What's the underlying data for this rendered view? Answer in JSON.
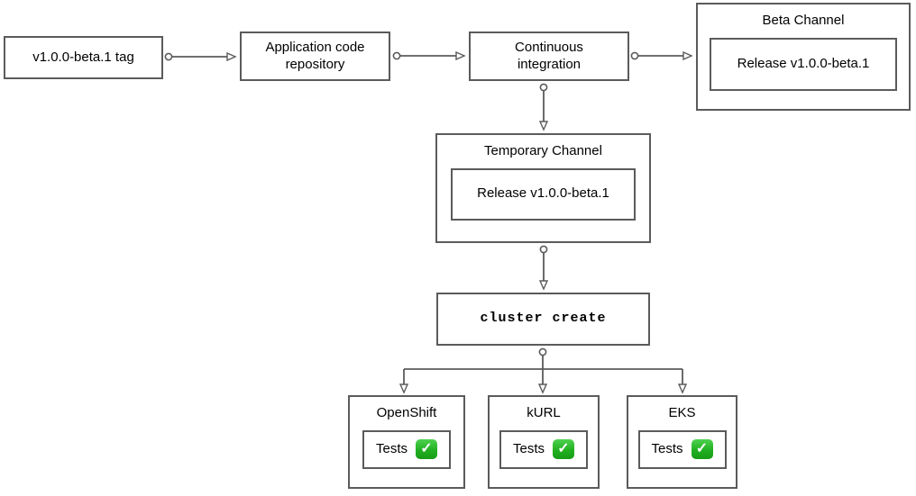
{
  "diagram": {
    "colors": {
      "border": "#5b5b5b",
      "connector": "#5b5b5b",
      "background": "#ffffff",
      "text": "#000000",
      "check_green": "#21b021",
      "check_mark_white": "#ffffff"
    },
    "icons": {
      "tests_check": "✓"
    },
    "nodes": {
      "tag": {
        "label": "v1.0.0-beta.1 tag"
      },
      "repo": {
        "label": "Application code repository"
      },
      "ci": {
        "label": "Continuous integration"
      },
      "beta_channel": {
        "title": "Beta Channel",
        "release": "Release v1.0.0-beta.1"
      },
      "temp_channel": {
        "title": "Temporary Channel",
        "release": "Release v1.0.0-beta.1"
      },
      "cluster_create": {
        "label": "cluster create"
      },
      "openshift": {
        "title": "OpenShift",
        "tests_label": "Tests"
      },
      "kurl": {
        "title": "kURL",
        "tests_label": "Tests"
      },
      "eks": {
        "title": "EKS",
        "tests_label": "Tests"
      }
    },
    "edges": [
      "tag -> repo",
      "repo -> ci",
      "ci -> beta_channel",
      "ci -> temp_channel",
      "temp_channel -> cluster_create",
      "cluster_create -> openshift",
      "cluster_create -> kurl",
      "cluster_create -> eks"
    ]
  }
}
